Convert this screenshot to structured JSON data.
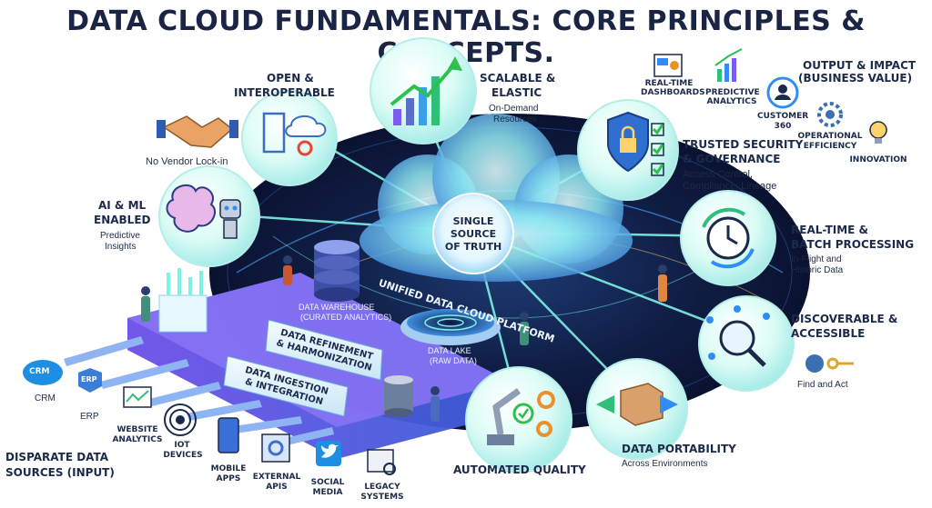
{
  "title": "DATA CLOUD FUNDAMENTALS: CORE PRINCIPLES & CONCEPTS.",
  "center": {
    "line1": "SINGLE",
    "line2": "SOURCE",
    "line3": "OF TRUTH",
    "platform": "UNIFIED DATA CLOUD PLATFORM"
  },
  "principles": {
    "open": {
      "title1": "OPEN &",
      "title2": "INTEROPERABLE",
      "sub": "No Vendor Lock-in"
    },
    "scalable": {
      "title1": "SCALABLE &",
      "title2": "ELASTIC",
      "sub1": "On-Demand",
      "sub2": "Resources"
    },
    "security": {
      "title1": "TRUSTED SECURITY",
      "title2": "& GOVERNANCE",
      "sub1": "Access Control,",
      "sub2": "Compliance, Lineage"
    },
    "realtime": {
      "title1": "REAL-TIME &",
      "title2": "BATCH PROCESSING",
      "sub1": "In-Flight and",
      "sub2": "Historic Data"
    },
    "discoverable": {
      "title1": "DISCOVERABLE &",
      "title2": "ACCESSIBLE",
      "sub": "Find and Act"
    },
    "portability": {
      "title": "DATA PORTABILITY",
      "sub": "Across Environments"
    },
    "quality": {
      "title": "AUTOMATED QUALITY"
    },
    "aiml": {
      "title1": "AI & ML",
      "title2": "ENABLED",
      "sub1": "Predictive",
      "sub2": "Insights"
    }
  },
  "output": {
    "title1": "OUTPUT & IMPACT",
    "title2": "(BUSINESS VALUE)",
    "items": {
      "dashboards1": "REAL-TIME",
      "dashboards2": "DASHBOARDS",
      "predictive1": "PREDICTIVE",
      "predictive2": "ANALYTICS",
      "customer1": "CUSTOMER",
      "customer2": "360",
      "efficiency1": "OPERATIONAL",
      "efficiency2": "EFFICIENCY",
      "innovation": "INNOVATION"
    }
  },
  "pipeline": {
    "warehouse1": "DATA WAREHOUSE",
    "warehouse2": "(CURATED ANALYTICS)",
    "lake1": "DATA LAKE",
    "lake2": "(RAW DATA)",
    "refinement1": "DATA REFINEMENT",
    "refinement2": "& HARMONIZATION",
    "ingestion1": "DATA INGESTION",
    "ingestion2": "& INTEGRATION"
  },
  "sources": {
    "title1": "DISPARATE DATA",
    "title2": "SOURCES (INPUT)",
    "crm_badge": "CRM",
    "crm": "CRM",
    "erp_badge": "ERP",
    "erp": "ERP",
    "web1": "WEBSITE",
    "web2": "ANALYTICS",
    "iot1": "IoT",
    "iot2": "DEVICES",
    "mobile1": "MOBILE",
    "mobile2": "APPS",
    "apis1": "EXTERNAL",
    "apis2": "APIs",
    "social1": "SOCIAL",
    "social2": "MEDIA",
    "legacy1": "LEGACY",
    "legacy2": "SYSTEMS"
  },
  "colors": {
    "title": "#1a2545",
    "dark_core": "#0d1633",
    "glow": "#6ff0e8",
    "accent_blue": "#2f8df5",
    "accent_purple": "#7a5cf0",
    "bubble": "#d9fbf3"
  },
  "icons": {
    "open": "handshake-icon",
    "scalable": "bar-chart-arrow-icon",
    "security": "shield-lock-icon",
    "realtime": "clock-refresh-icon",
    "discoverable": "magnifier-network-icon",
    "portability": "box-arrows-icon",
    "quality": "robot-arm-icon",
    "aiml": "brain-robot-icon"
  }
}
